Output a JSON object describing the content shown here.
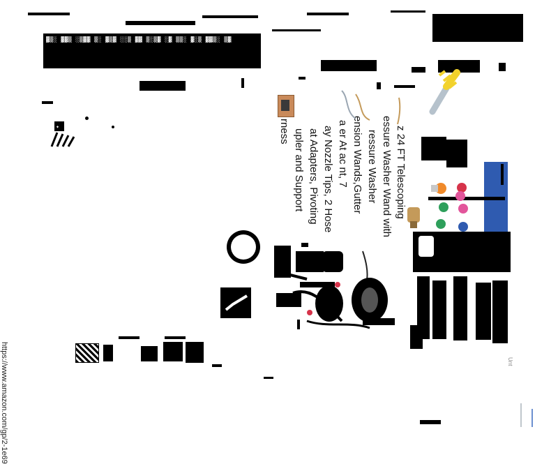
{
  "product": {
    "title_lines": [
      "z 24 FT Telescoping",
      "essure Washer Wand with",
      "ressure Washer",
      "ension Wands,Gutter",
      "a   er At ac      nt, 7",
      "ay Nozzle Tips, 2 Hose",
      "at Adapters, Pivoting",
      "upler and Support",
      "rness"
    ]
  },
  "browser": {
    "url": "https://www.amazon.com/gp/2-1e69",
    "side_label": "Unt"
  },
  "colors": {
    "accent_blue": "#2f5bb0",
    "nozzle_red": "#d6334a",
    "nozzle_pink": "#e2559b",
    "nozzle_green": "#2e9f5b",
    "nozzle_yellow": "#f2d22c",
    "nozzle_orange": "#f08a2a"
  }
}
